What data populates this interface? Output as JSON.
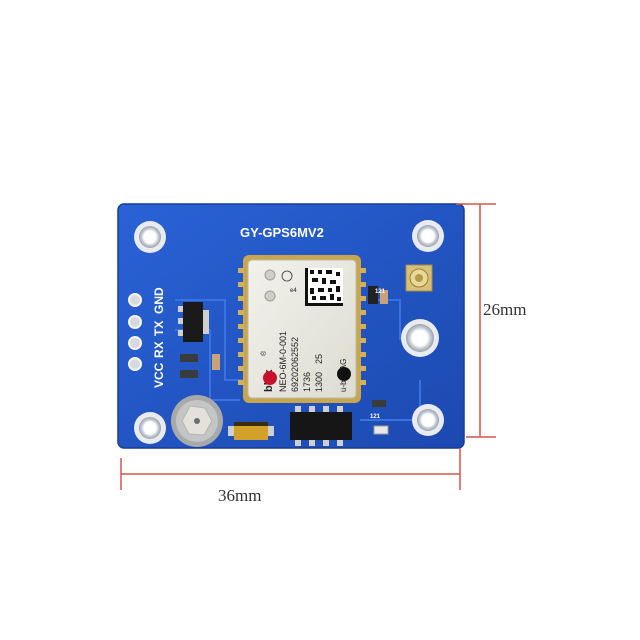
{
  "board": {
    "name": "GY-GPS6MV2",
    "pins": [
      "VCC",
      "RX",
      "TX",
      "GND"
    ]
  },
  "module": {
    "brand": "blox",
    "registered": "®",
    "model": "NEO-6M-0-001",
    "serial": "6920206​2552",
    "line3": "1736",
    "line4": "1300",
    "line4b": "25",
    "side_mark": "u-bloxAG",
    "badge": "e4"
  },
  "component_labels": {
    "r1": "121",
    "r2": "121"
  },
  "dimensions": {
    "width": "36mm",
    "height": "26mm"
  },
  "colors": {
    "pcb": "#1f55c4",
    "dimension_line": "#d9534f",
    "module_shield": "#c9a64b"
  }
}
